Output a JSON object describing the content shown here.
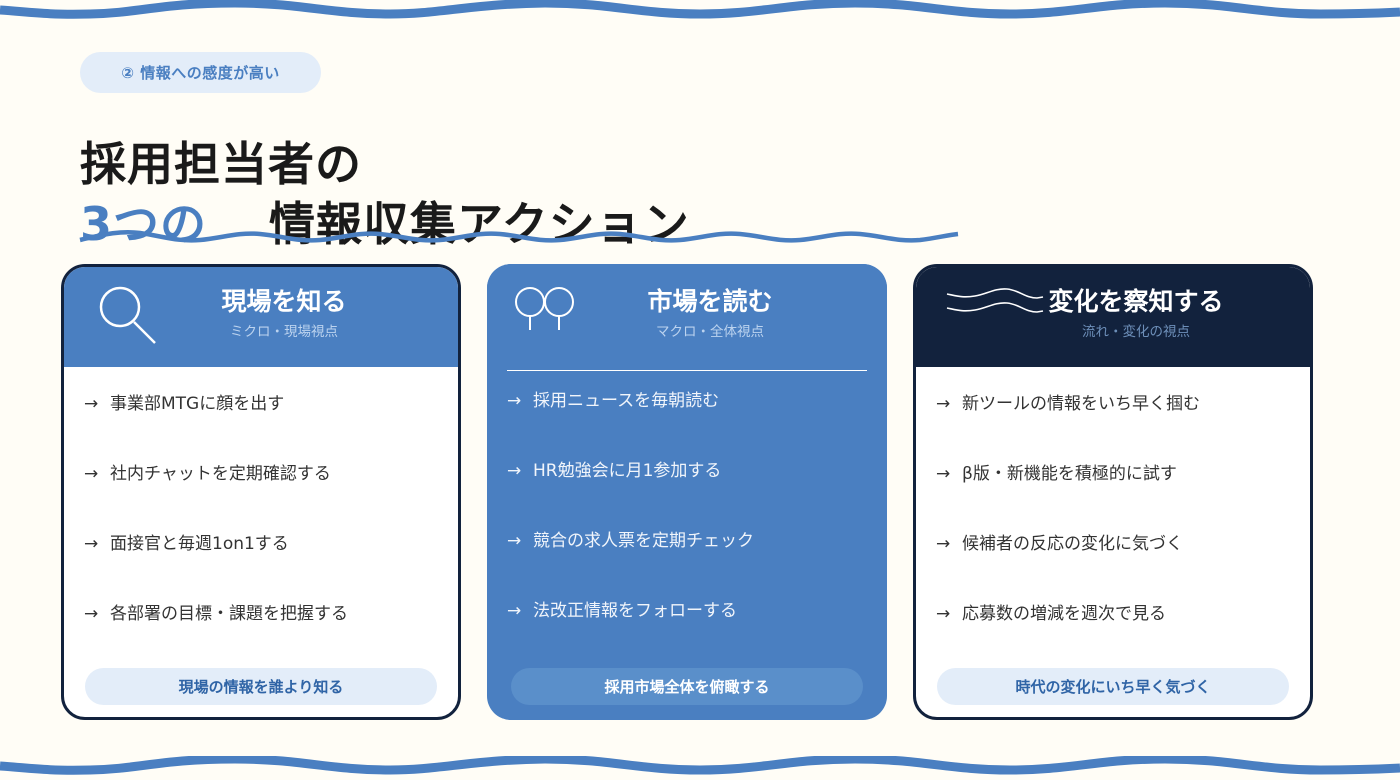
{
  "colors": {
    "background": "#fffdf6",
    "accent_blue": "#4a7fc1",
    "navy": "#12223d",
    "tag_bg": "#e3edf9",
    "text_dark": "#1a1a1a"
  },
  "tag": {
    "label": "② 情報への感度が高い"
  },
  "title": {
    "line1": "採用担当者の",
    "line2_accent": "3つの",
    "line2_rest": "情報収集アクション"
  },
  "cards": [
    {
      "icon": "magnifier-icon",
      "title": "現場を知る",
      "subtitle": "ミクロ・現場視点",
      "items": [
        {
          "arrow": "→",
          "text": "事業部MTGに顔を出す"
        },
        {
          "arrow": "→",
          "text": "社内チャットを定期確認する"
        },
        {
          "arrow": "→",
          "text": "面接官と毎週1on1する"
        },
        {
          "arrow": "→",
          "text": "各部署の目標・課題を把握する"
        }
      ],
      "summary": "現場の情報を誰より知る"
    },
    {
      "icon": "binoculars-icon",
      "title": "市場を読む",
      "subtitle": "マクロ・全体視点",
      "items": [
        {
          "arrow": "→",
          "text": "採用ニュースを毎朝読む"
        },
        {
          "arrow": "→",
          "text": "HR勉強会に月1参加する"
        },
        {
          "arrow": "→",
          "text": "競合の求人票を定期チェック"
        },
        {
          "arrow": "→",
          "text": "法改正情報をフォローする"
        }
      ],
      "summary": "採用市場全体を俯瞰する"
    },
    {
      "icon": "wave-icon",
      "title": "変化を察知する",
      "subtitle": "流れ・変化の視点",
      "items": [
        {
          "arrow": "→",
          "text": "新ツールの情報をいち早く掴む"
        },
        {
          "arrow": "→",
          "text": "β版・新機能を積極的に試す"
        },
        {
          "arrow": "→",
          "text": "候補者の反応の変化に気づく"
        },
        {
          "arrow": "→",
          "text": "応募数の増減を週次で見る"
        }
      ],
      "summary": "時代の変化にいち早く気づく"
    }
  ]
}
